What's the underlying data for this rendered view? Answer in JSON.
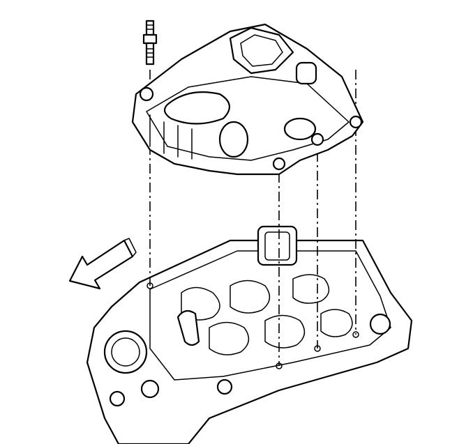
{
  "diagram": {
    "colors": {
      "line": "#000000",
      "background": "#ffffff"
    },
    "parts": [
      "upper-intake-manifold",
      "lower-intake-manifold",
      "stud-bolt",
      "direction-arrow",
      "alignment-lines"
    ]
  }
}
